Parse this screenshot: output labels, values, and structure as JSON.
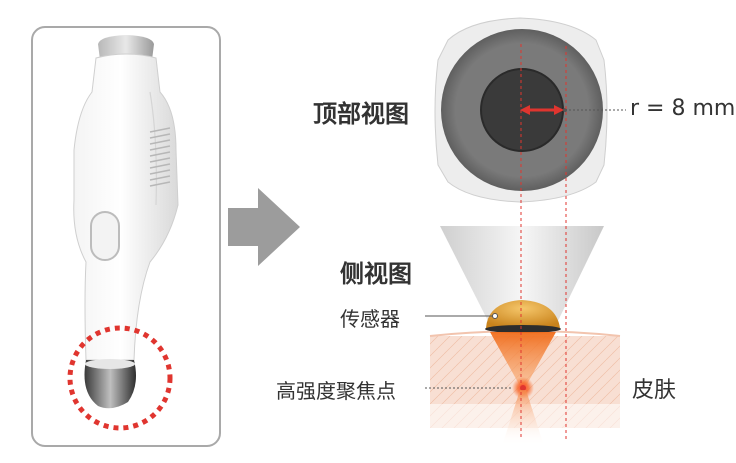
{
  "labels": {
    "top_view": "顶部视图",
    "side_view": "侧视图",
    "radius": "r = 8 mm",
    "sensor": "传感器",
    "focus_point": "高强度聚焦点",
    "skin": "皮肤"
  },
  "colors": {
    "accent_red": "#e0352f",
    "arrow_gray": "#9c9c9c",
    "panel_border": "#a9a9a9",
    "skin": "#f7d9cc",
    "sensor_orange": "#e2a12e",
    "focus_orange": "#f07a28"
  },
  "icons": {
    "main_arrow": "right-arrow-icon",
    "highlight": "dashed-circle"
  }
}
